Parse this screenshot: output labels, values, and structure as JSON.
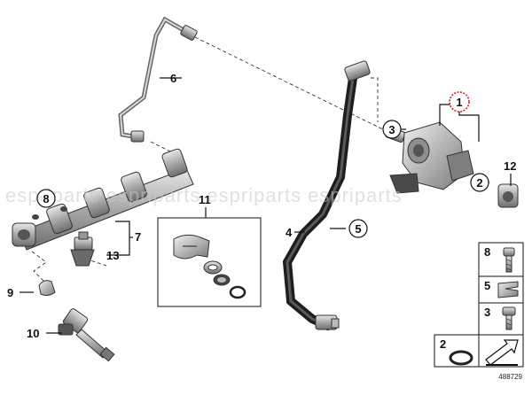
{
  "diagram": {
    "watermark": "espriparts espriparts espriparts espriparts",
    "diagram_number": "488729",
    "callouts": {
      "c1": "1",
      "c2": "2",
      "c3": "3",
      "c4": "4",
      "c5": "5",
      "c6": "6",
      "c7": "7",
      "c8": "8",
      "c9": "9",
      "c10": "10",
      "c11": "11",
      "c12": "12",
      "c13": "13"
    },
    "legend": [
      {
        "number": "8",
        "icon": "bolt-icon"
      },
      {
        "number": "5",
        "icon": "clip-icon"
      },
      {
        "number": "3",
        "icon": "bolt-icon"
      },
      {
        "number": "2",
        "icon": "o-ring-icon"
      }
    ],
    "colors": {
      "highlight": "#d42020",
      "part": "#8a8a8a",
      "hose": "#2a2a2a"
    }
  }
}
